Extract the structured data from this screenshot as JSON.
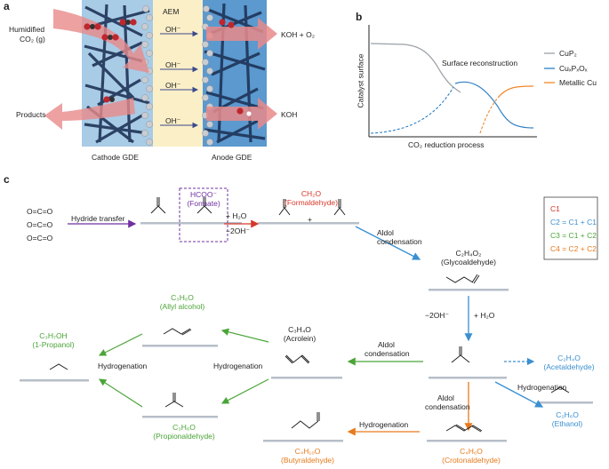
{
  "panels": {
    "a": "a",
    "b": "b",
    "c": "c"
  },
  "panel_a": {
    "aem": "AEM",
    "oh": "OH⁻",
    "humidified": "Humidified",
    "co2": "CO₂ (g)",
    "koh_o2": "KOH + O₂",
    "products": "Products",
    "koh": "KOH",
    "cathode": "Cathode GDE",
    "anode": "Anode GDE"
  },
  "panel_b": {
    "ylabel": "Catalyst surface",
    "xlabel": "CO₂ reduction process",
    "annotation": "Surface reconstruction",
    "legend": [
      {
        "label": "CuP₂",
        "color": "#9aa0a6"
      },
      {
        "label": "CuₓPₓOₓ",
        "color": "#2e7fc4"
      },
      {
        "label": "Metallic Cu",
        "color": "#f0872a"
      }
    ]
  },
  "panel_c": {
    "co2_mol": "O=C=O",
    "hydride": "Hydride transfer",
    "formate_formula": "HCOO⁻",
    "formate_name": "(Formate)",
    "plus_h2o": "+ H₂O",
    "minus_2oh": "−2OH⁻",
    "ch2o": "CH₂O",
    "formaldehyde": "(Formaldehyde)",
    "aldol1a": "Aldol",
    "aldol1b": "condensation",
    "c2h4o2": "C₂H₄O₂",
    "glyco": "(Glycoaldehyde)",
    "minus_2oh_b": "−2OH⁻",
    "plus_h2o_b": "+ H₂O",
    "c2h4o": "C₂H₄O",
    "acet": "(Acetaldehyde)",
    "hydrog_eth": "Hydrogenation",
    "c2h6o": "C₂H₆O",
    "ethanol": "(Ethanol)",
    "aldol2a": "Aldol",
    "aldol2b": "condensation",
    "c3h4o": "C₃H₄O",
    "acrolein": "(Acrolein)",
    "aldol3a": "Aldol",
    "aldol3b": "condensation",
    "c4h6o": "C₄H₆O",
    "croton": "(Crotonaldehyde)",
    "hydrog_but": "Hydrogenation",
    "c4h10o": "C₄H₁₀O",
    "butyr": "(Butyraldehyde)",
    "c3h6o_a": "C₃H₆O",
    "allyl": "(Allyl alcohol)",
    "c3h6o_p": "C₃H₆O",
    "propion": "(Propionaldehyde)",
    "c3h7oh": "C₃H₇OH",
    "propanol": "(1-Propanol)",
    "hydrog_mid": "Hydrogenation",
    "hydrog_left": "Hydrogenation",
    "plus": "+",
    "legend": {
      "c1": "C1",
      "c2": "C2 = C1 + C1",
      "c3": "C3 = C1 + C2",
      "c4": "C4 = C2 + C2"
    }
  },
  "colors": {
    "c1": "#d6382b",
    "c2": "#3a8fd0",
    "c3": "#4aa437",
    "c4": "#e87a1c",
    "formate": "#7030a0"
  }
}
